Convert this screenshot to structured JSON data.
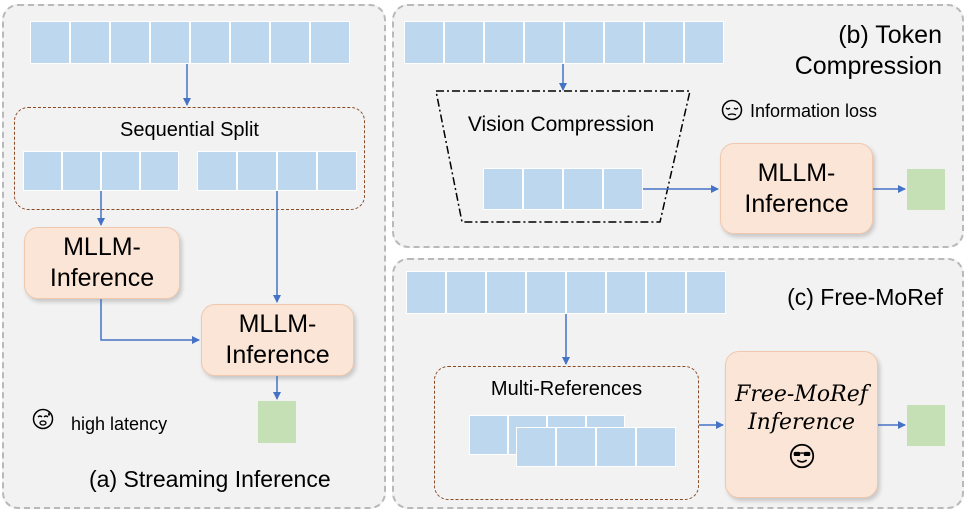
{
  "panel_a": {
    "title": "(a) Streaming Inference",
    "split_label": "Sequential Split",
    "inference_1": "MLLM-\nInference",
    "inference_2": "MLLM-\nInference",
    "latency_note": "high latency",
    "latency_icon": "sweating-face-icon"
  },
  "panel_b": {
    "title": "(b) Token\nCompression",
    "compression_label": "Vision Compression",
    "loss_note": "Information loss",
    "loss_icon": "pensive-face-icon",
    "inference": "MLLM-\nInference"
  },
  "panel_c": {
    "title": "(c) Free-MoRef",
    "references_label": "Multi-References",
    "inference": "Free-MoRef\nInference",
    "inference_icon": "sunglasses-face-icon"
  },
  "colors": {
    "token": "#bdd7ee",
    "output": "#c5e0b4",
    "inference_box": "#fbe5d6",
    "arrow": "#4472c4",
    "panel_bg": "#f2f2f2"
  }
}
